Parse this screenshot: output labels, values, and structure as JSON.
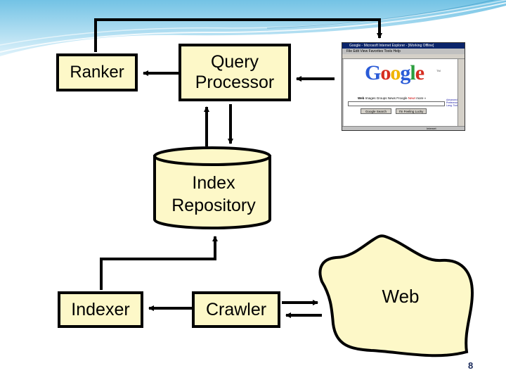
{
  "nodes": {
    "ranker": "Ranker",
    "query_processor": [
      "Query",
      "Processor"
    ],
    "index_repository": [
      "Index",
      "Repository"
    ],
    "indexer": "Indexer",
    "crawler": "Crawler",
    "web": "Web"
  },
  "browser": {
    "title": "Google - Microsoft Internet Explorer - [Working Offline]",
    "menu": "File   Edit   View   Favorites   Tools   Help",
    "logo": [
      "G",
      "o",
      "o",
      "g",
      "l",
      "e"
    ],
    "logo_tm": "TM",
    "tab_web": "Web",
    "tabs_rest": "Images   Groups   News   Froogle",
    "tab_new": "New!",
    "tab_more": "more »",
    "side_links": "Advanced S\nPreferences\nLang. Tools",
    "search_button": "Google Search",
    "lucky_button": "I'm Feeling Lucky",
    "status": "Internet"
  },
  "page_number": "8",
  "colors": {
    "box_fill": "#fdf8c8",
    "outline": "#000000",
    "header_wave": "#7ac8e6",
    "page_number": "#1a2a5a"
  }
}
